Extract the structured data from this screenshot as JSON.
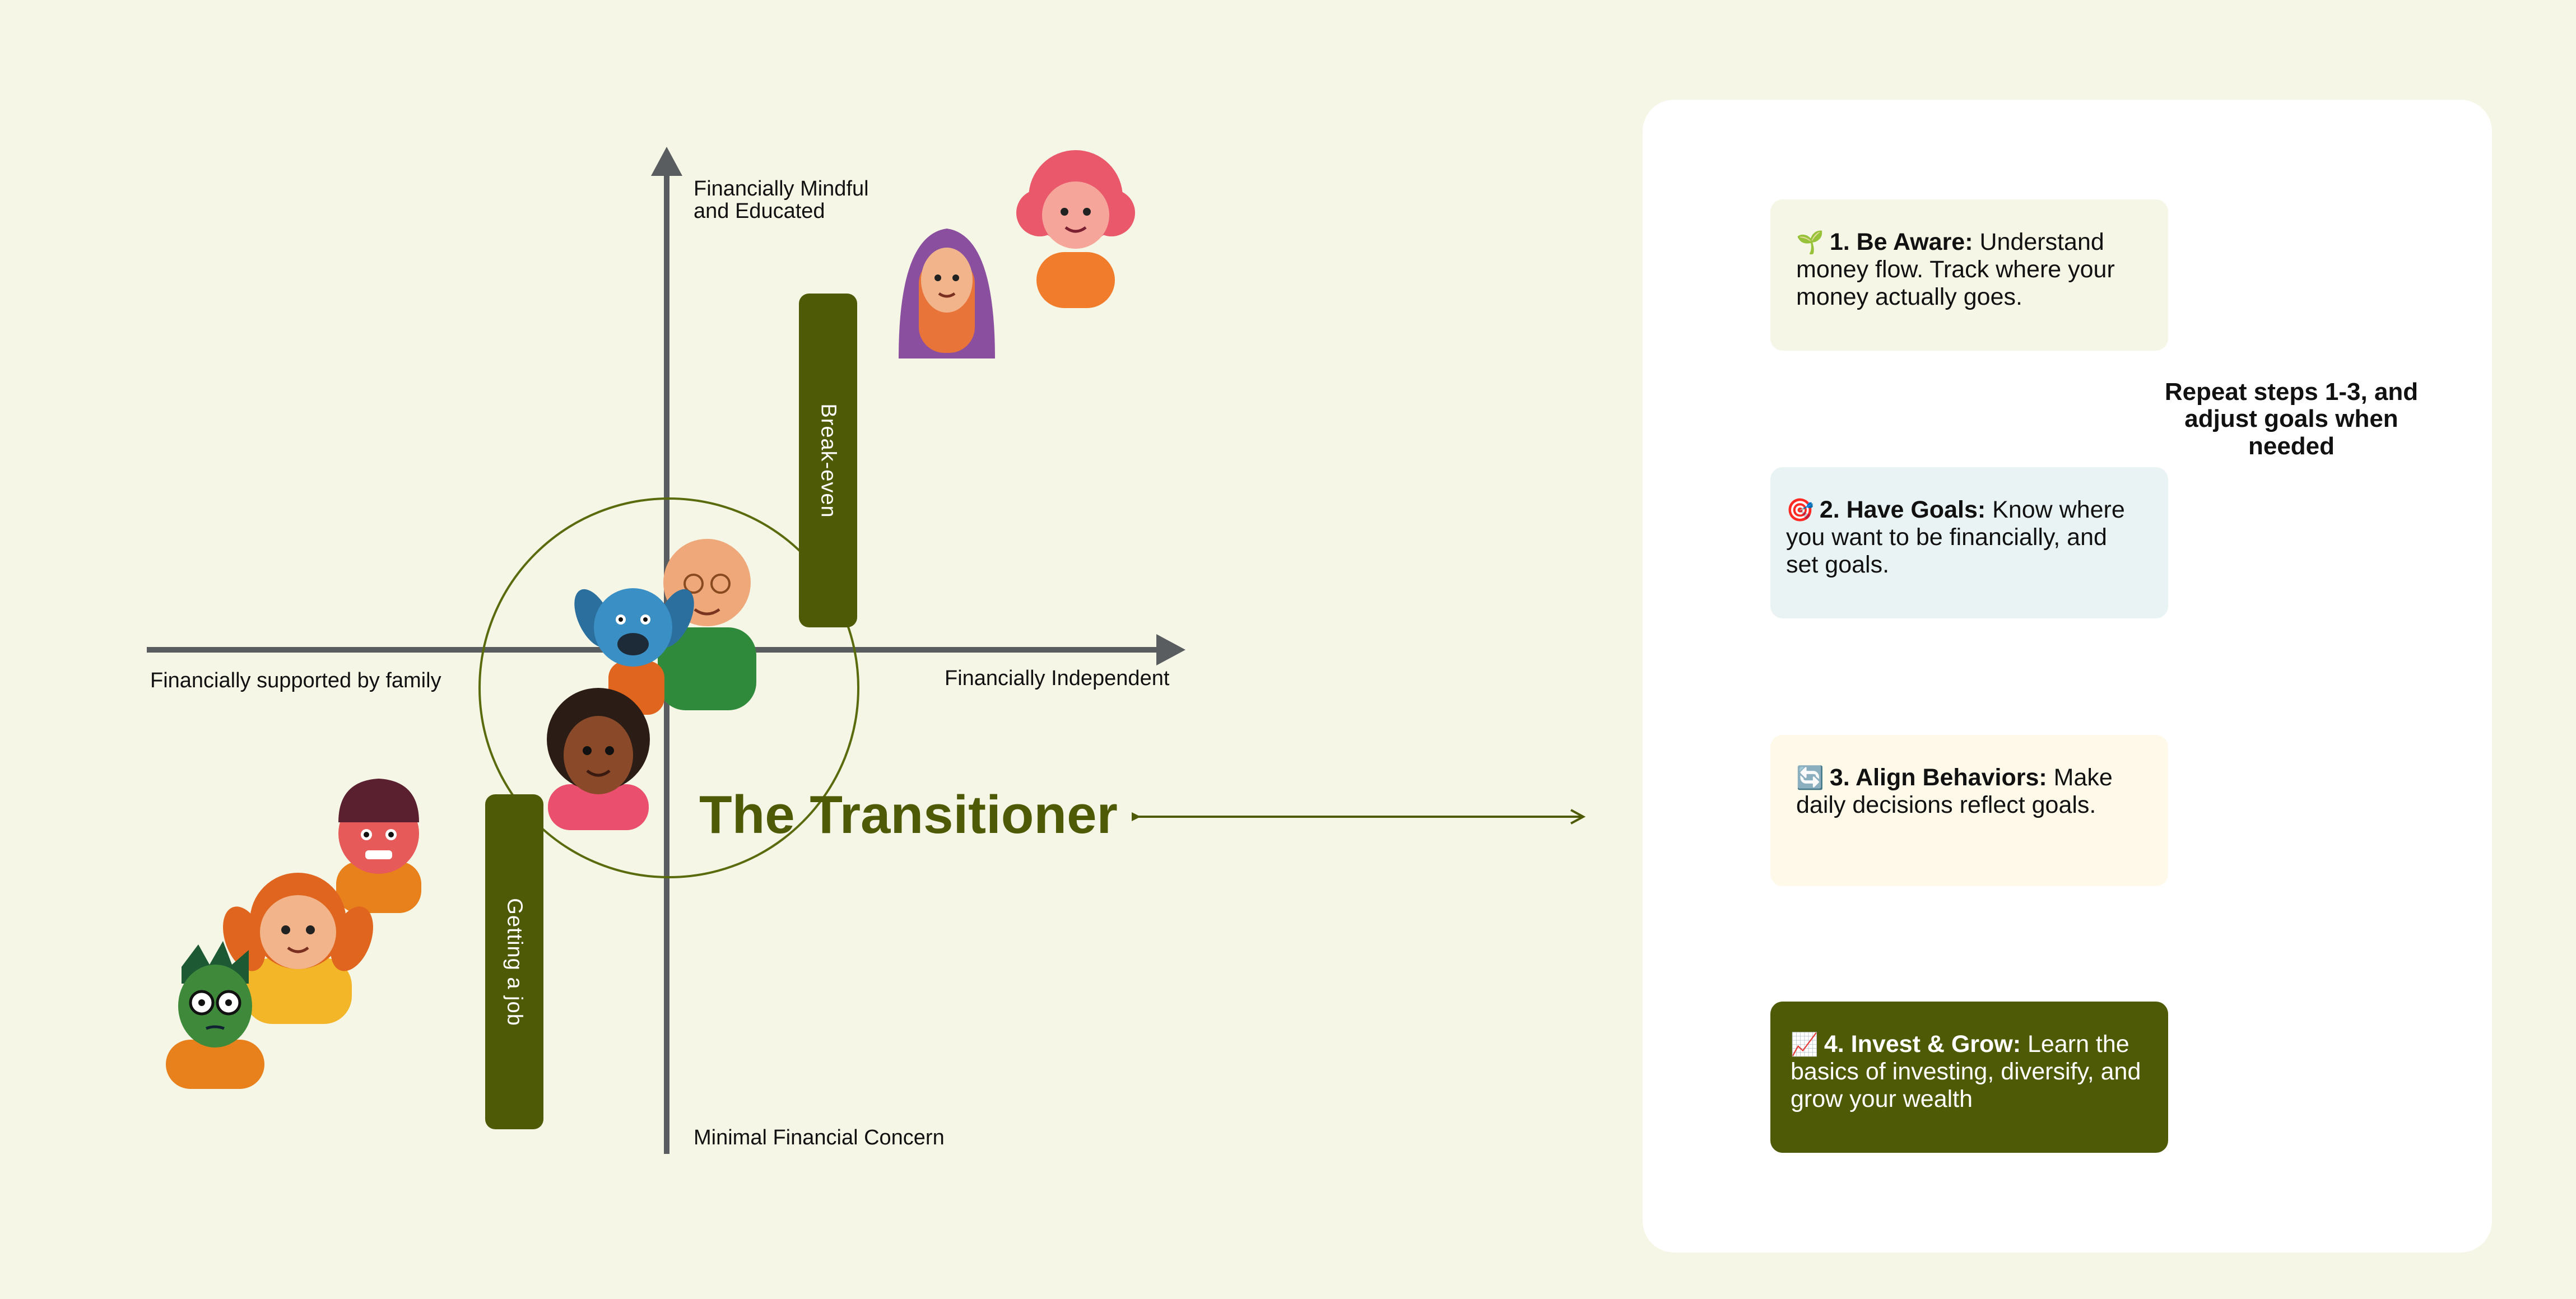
{
  "axes": {
    "top": "Financially Mindful\nand  Educated",
    "bottom": "Minimal Financial  Concern",
    "left": "Financially supported by family",
    "right": "Financially Independent"
  },
  "bars": {
    "break_even": "Break-even",
    "getting_job": "Getting a job"
  },
  "persona_title": "The Transitioner",
  "steps": [
    {
      "emoji": "🌱",
      "title": "1. Be Aware:",
      "text": " Understand money flow. Track where your money actually goes.",
      "bg": "#f5f6e6"
    },
    {
      "emoji": "🎯",
      "title": "2. Have Goals:",
      "text": " Know where you want to be financially, and set goals.",
      "bg": "#eaf3f3"
    },
    {
      "emoji": "🔄",
      "title": "3. Align Behaviors:",
      "text": " Make daily decisions reflect goals.",
      "bg": "#fef9e8"
    },
    {
      "emoji": "📈",
      "title": "4. Invest & Grow:",
      "text": " Learn the basics of investing, diversify, and grow your wealth",
      "bg": "#4e5a05"
    }
  ],
  "repeat_note": "Repeat steps 1-3, and\nadjust goals when\nneeded",
  "colors": {
    "page_bg": "#f5f6e6",
    "accent": "#4e5a05",
    "axis": "#5a5d5f"
  }
}
